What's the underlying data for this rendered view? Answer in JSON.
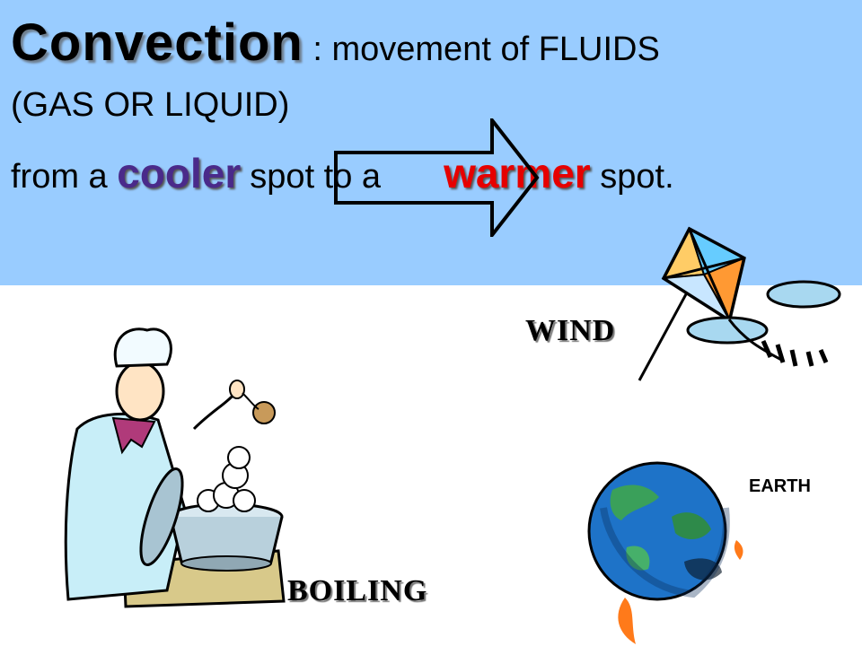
{
  "slide": {
    "term": "Convection",
    "definition_part1": " : movement of FLUIDS",
    "definition_part2": "(GAS OR LIQUID)",
    "from_text": "from a ",
    "cooler_word": "cooler",
    "to_text": "spot to a",
    "warmer_word": "warmer",
    "end_text": " spot."
  },
  "labels": {
    "wind": "WIND",
    "earth": "EARTH",
    "boiling": "BOILING"
  },
  "colors": {
    "header_background": "#99ccff",
    "cooler": "#4a2a8a",
    "warmer": "#e60000"
  },
  "icons": [
    "arrow-right-icon",
    "kite-icon",
    "chef-boiling-illustration",
    "earth-globe-icon"
  ]
}
